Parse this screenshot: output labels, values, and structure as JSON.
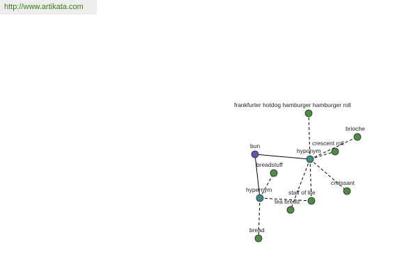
{
  "source": {
    "url": "http://www.artikata.com"
  },
  "graph": {
    "colors": {
      "root": "#5a5aa8",
      "relation": "#3f8a8a",
      "term": "#4c8c44"
    },
    "nodes": [
      {
        "id": "bun",
        "label": "bun",
        "kind": "root"
      },
      {
        "id": "hyponym",
        "label": "hyponym",
        "kind": "relation"
      },
      {
        "id": "hypernym",
        "label": "hypernym",
        "kind": "relation"
      },
      {
        "id": "frankfurter",
        "label": "frankfurter hotdog hamburger hamburger roll",
        "kind": "term"
      },
      {
        "id": "brioche",
        "label": "brioche",
        "kind": "term"
      },
      {
        "id": "crescent",
        "label": "crescent roll",
        "kind": "term"
      },
      {
        "id": "croissant",
        "label": "croissant",
        "kind": "term"
      },
      {
        "id": "staff",
        "label": "staff of life",
        "kind": "term"
      },
      {
        "id": "tea",
        "label": "tea bread",
        "kind": "term"
      },
      {
        "id": "breadstuff",
        "label": "breadstuff",
        "kind": "term"
      },
      {
        "id": "bread",
        "label": "bread",
        "kind": "term"
      }
    ],
    "edges": [
      {
        "from": "bun",
        "to": "hyponym",
        "style": "solid"
      },
      {
        "from": "bun",
        "to": "hypernym",
        "style": "solid"
      },
      {
        "from": "hyponym",
        "to": "frankfurter",
        "style": "dashed"
      },
      {
        "from": "hyponym",
        "to": "brioche",
        "style": "dashed"
      },
      {
        "from": "hyponym",
        "to": "crescent",
        "style": "dashed"
      },
      {
        "from": "hyponym",
        "to": "croissant",
        "style": "dashed"
      },
      {
        "from": "hyponym",
        "to": "staff",
        "style": "dashed"
      },
      {
        "from": "hyponym",
        "to": "tea",
        "style": "dashed"
      },
      {
        "from": "hypernym",
        "to": "breadstuff",
        "style": "dashed"
      },
      {
        "from": "hypernym",
        "to": "staff",
        "style": "dashed"
      },
      {
        "from": "hypernym",
        "to": "bread",
        "style": "dashed"
      }
    ]
  }
}
